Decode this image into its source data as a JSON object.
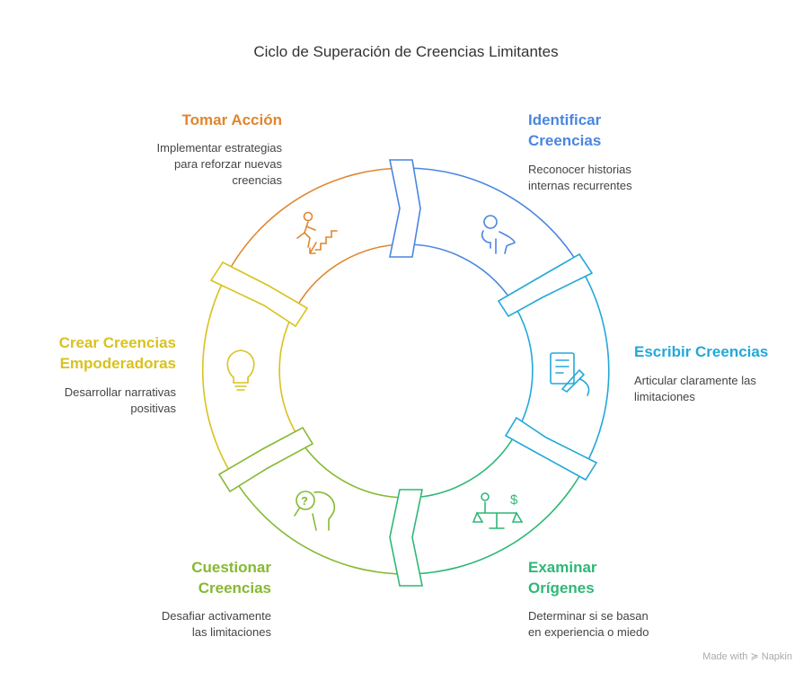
{
  "title": "Ciclo de Superación de Creencias Limitantes",
  "stages": [
    {
      "title_line1": "Identificar",
      "title_line2": "Creencias",
      "desc_line1": "Reconocer historias",
      "desc_line2": "internas recurrentes",
      "desc_line3": "",
      "color": "#4a86e0",
      "icon": "head-person-icon"
    },
    {
      "title_line1": "Escribir Creencias",
      "title_line2": "",
      "desc_line1": "Articular claramente las",
      "desc_line2": "limitaciones",
      "desc_line3": "",
      "color": "#23a8d8",
      "icon": "writing-document-icon"
    },
    {
      "title_line1": "Examinar",
      "title_line2": "Orígenes",
      "desc_line1": "Determinar si se basan",
      "desc_line2": "en experiencia o miedo",
      "desc_line3": "",
      "color": "#2fb777",
      "icon": "balance-scale-icon"
    },
    {
      "title_line1": "Cuestionar",
      "title_line2": "Creencias",
      "desc_line1": "Desafiar activamente",
      "desc_line2": "las limitaciones",
      "desc_line3": "",
      "color": "#86b933",
      "icon": "question-head-icon"
    },
    {
      "title_line1": "Crear Creencias",
      "title_line2": "Empoderadoras",
      "desc_line1": "Desarrollar narrativas",
      "desc_line2": "positivas",
      "desc_line3": "",
      "color": "#d9c21f",
      "icon": "lightbulb-icon"
    },
    {
      "title_line1": "Tomar Acción",
      "title_line2": "",
      "desc_line1": "Implementar estrategias",
      "desc_line2": "para reforzar nuevas",
      "desc_line3": "creencias",
      "color": "#e0862e",
      "icon": "climbing-stairs-icon"
    }
  ],
  "footer": "Made with ≽ Napkin"
}
